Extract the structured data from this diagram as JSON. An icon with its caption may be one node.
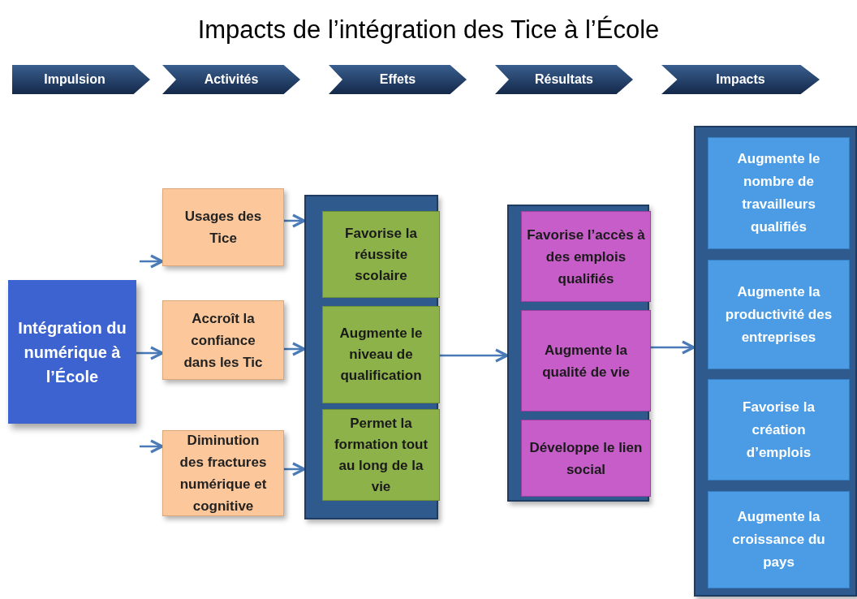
{
  "diagram": {
    "title": "Impacts de l’intégration des Tice à l’École",
    "nodes": [
      {
        "text": [
          "Impulsion"
        ]
      },
      {
        "text": [
          "Activités"
        ]
      },
      {
        "text": [
          "Effets"
        ]
      },
      {
        "text": [
          "Résultats"
        ]
      },
      {
        "text": [
          "Impacts"
        ]
      },
      {
        "text": [
          "Intégration du numérique à l’École"
        ]
      },
      {
        "text": [
          "Usages des Tice"
        ]
      },
      {
        "text": [
          "Accroît la confiance dans les Tic"
        ]
      },
      {
        "text": [
          "Diminution des fractures numérique et cognitive"
        ]
      },
      {
        "text": [],
        "shape": "box"
      },
      {
        "text": [
          "Favorise la réussite scolaire"
        ],
        "in": 9
      },
      {
        "text": [
          "Augmente le niveau de qualification"
        ],
        "in": 9
      },
      {
        "text": [
          "Permet la formation tout au long de la vie"
        ],
        "in": 9
      },
      {
        "text": [],
        "shape": "box"
      },
      {
        "text": [
          "Favorise l’accès à des emplois qualifiés"
        ],
        "in": 13
      },
      {
        "text": [
          "Augmente la qualité de vie"
        ],
        "in": 13
      },
      {
        "text": [
          "Développe le lien social"
        ],
        "in": 13
      },
      {
        "text": [],
        "shape": "box"
      },
      {
        "text": [
          "Augmente le nombre de travailleurs qualifiés"
        ],
        "in": 17
      },
      {
        "text": [
          "Augmente la productivité des entreprises"
        ],
        "in": 17
      },
      {
        "text": [
          "Favorise la création d’emplois"
        ],
        "in": 17
      },
      {
        "text": [
          "Augmente la croissance du pays"
        ],
        "in": 17
      }
    ],
    "edges": [
      {
        "from": null,
        "to": 6,
        "arrow": "to"
      },
      {
        "from": 5,
        "to": 7,
        "arrow": "to"
      },
      {
        "from": null,
        "to": 8,
        "arrow": "to"
      },
      {
        "from": 6,
        "to": 9,
        "arrow": "to"
      },
      {
        "from": 7,
        "to": 9,
        "arrow": "to"
      },
      {
        "from": 8,
        "to": 9,
        "arrow": "to"
      },
      {
        "from": 9,
        "to": 13,
        "arrow": "to"
      },
      {
        "from": 13,
        "to": 17,
        "arrow": "to"
      }
    ]
  }
}
